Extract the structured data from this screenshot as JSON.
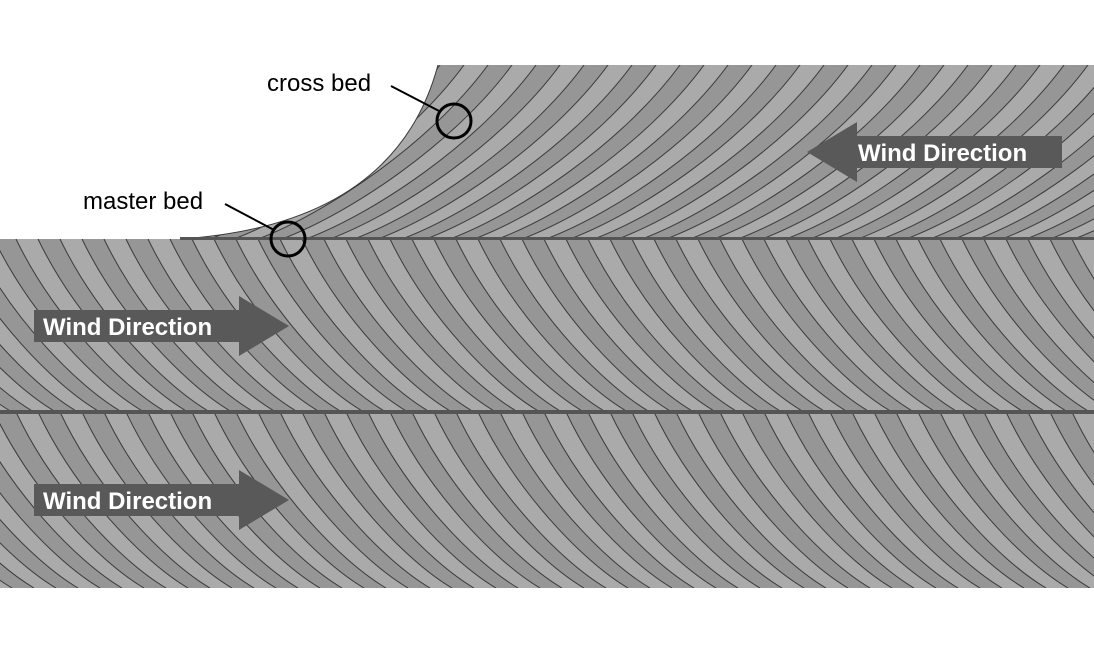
{
  "labels": {
    "cross_bed": "cross bed",
    "master_bed": "master bed"
  },
  "arrows": [
    {
      "id": "top",
      "text": "Wind Direction",
      "direction": "left"
    },
    {
      "id": "middle",
      "text": "Wind Direction",
      "direction": "right"
    },
    {
      "id": "bottom",
      "text": "Wind Direction",
      "direction": "right"
    }
  ],
  "colors": {
    "band_light": "#aaaaaa",
    "band_dark": "#969696",
    "arc_line": "#3a3a3a",
    "bed_line": "#555555",
    "arrow_fill": "#595959",
    "arrow_text": "#ffffff",
    "marker": "#000000",
    "background": "#ffffff"
  }
}
